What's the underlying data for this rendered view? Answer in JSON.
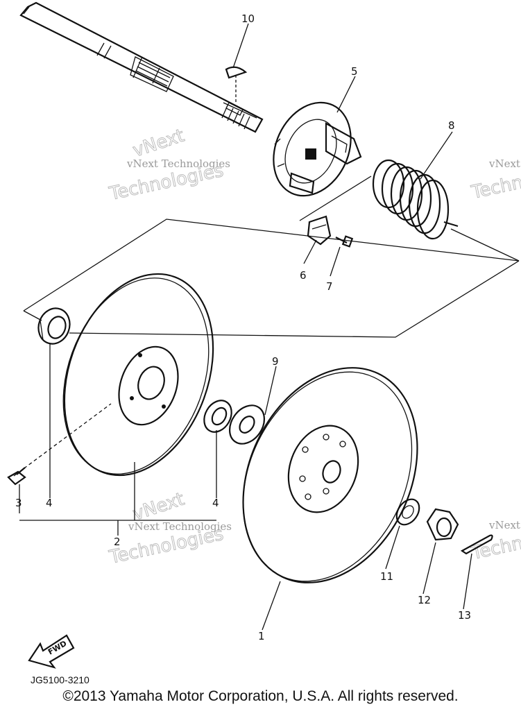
{
  "watermark": {
    "line1": "vNext Technologies",
    "line2": "Technologies",
    "line3": "vNext"
  },
  "callouts": [
    "10",
    "5",
    "8",
    "6",
    "7",
    "9",
    "4",
    "4",
    "3",
    "2",
    "1",
    "11",
    "12",
    "13"
  ],
  "diagram_code": "JG5100-3210",
  "fwd_label": "FWD",
  "copyright": "©2013 Yamaha Motor Corporation, U.S.A. All rights reserved."
}
